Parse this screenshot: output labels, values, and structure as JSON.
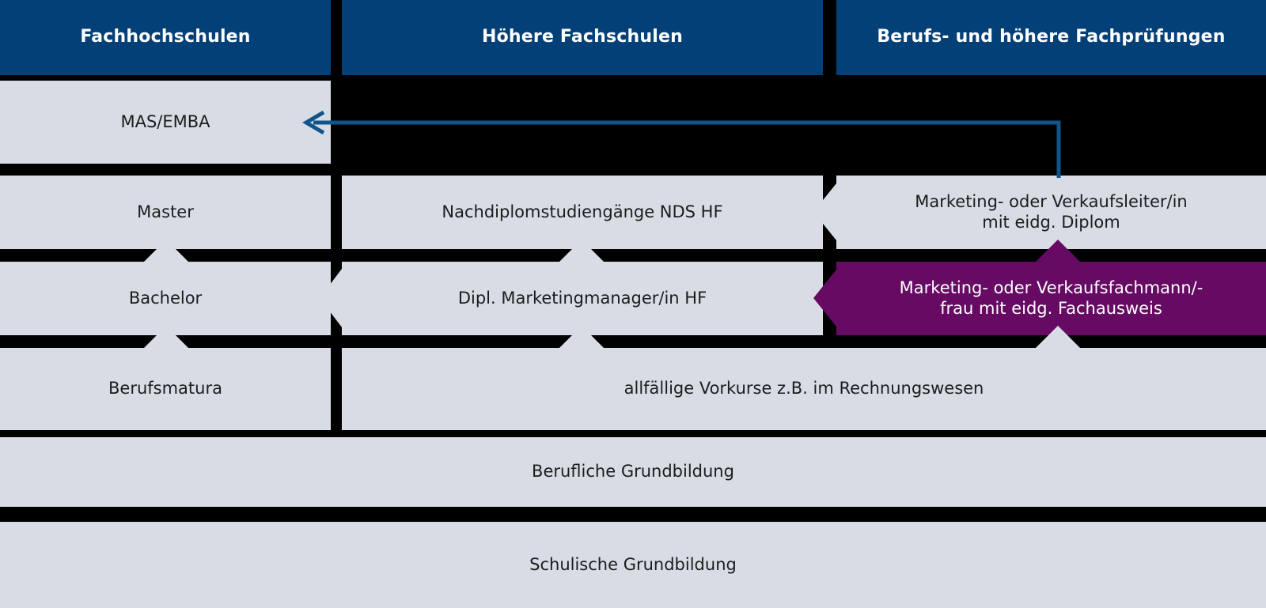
{
  "title": "Bildungswege Marketing und Verkauf",
  "colors": {
    "header_blue": "#034078",
    "cell_grey": "#d8dde5",
    "highlight_purple": "#660a63",
    "separator_black": "#000000",
    "arrow_blue": "#11548a",
    "header_text": "#ffffff",
    "cell_text": "#1c1c1c",
    "highlight_text": "#ffffff"
  },
  "headers": [
    {
      "label": "Fachhochschulen"
    },
    {
      "label": "Höhere Fachschulen"
    },
    {
      "label": "Berufs- und höhere Fachprüfungen"
    }
  ],
  "rows": [
    {
      "name": "mas-row",
      "cells": [
        {
          "column": "fachhochschulen",
          "label": "MAS/EMBA",
          "highlight": false
        },
        {
          "column": "hoehere-fachschulen",
          "label": "",
          "empty": true
        },
        {
          "column": "fachpruefungen",
          "label": "",
          "empty": true
        }
      ]
    },
    {
      "name": "master-row",
      "cells": [
        {
          "column": "fachhochschulen",
          "label": "Master",
          "highlight": false
        },
        {
          "column": "hoehere-fachschulen",
          "label": "Nachdiplomstudiengänge NDS HF",
          "highlight": false
        },
        {
          "column": "fachpruefungen",
          "label": "Marketing- oder Verkaufsleiter/in mit eidg. Diplom",
          "highlight": false
        }
      ]
    },
    {
      "name": "bachelor-row",
      "cells": [
        {
          "column": "fachhochschulen",
          "label": "Bachelor",
          "highlight": false
        },
        {
          "column": "hoehere-fachschulen",
          "label": "Dipl. Marketingmanager/in HF",
          "highlight": false
        },
        {
          "column": "fachpruefungen",
          "label": "Marketing- oder Verkaufsfachmann/-frau mit eidg. Fachausweis",
          "highlight": true
        }
      ]
    },
    {
      "name": "berufsmatura-row",
      "cells": [
        {
          "column": "fachhochschulen",
          "label": "Berufsmatura",
          "highlight": false
        },
        {
          "column": "vorkurse-span",
          "label": "allfällige Vorkurse z.B. im Rechnungswesen",
          "highlight": false
        }
      ]
    }
  ],
  "base_rows": [
    {
      "name": "berufliche-grundbildung",
      "label": "Berufliche Grundbildung"
    },
    {
      "name": "schulische-grundbildung",
      "label": "Schulische Grundbildung"
    }
  ],
  "arrow": {
    "name": "progression-arrow-to-mas",
    "description": "Pfeil von Marketing- oder Verkaufsleiter/in mit eidg. Diplom zu MAS/EMBA",
    "direction": "left",
    "color": "#11548a"
  },
  "line_breaks": {
    "fachpruefungen_diplom": [
      "Marketing- oder Verkaufsleiter/in",
      "mit eidg. Diplom"
    ],
    "fachpruefungen_fachausweis": [
      "Marketing- oder Verkaufsfachmann/-",
      "frau mit eidg. Fachausweis"
    ]
  }
}
